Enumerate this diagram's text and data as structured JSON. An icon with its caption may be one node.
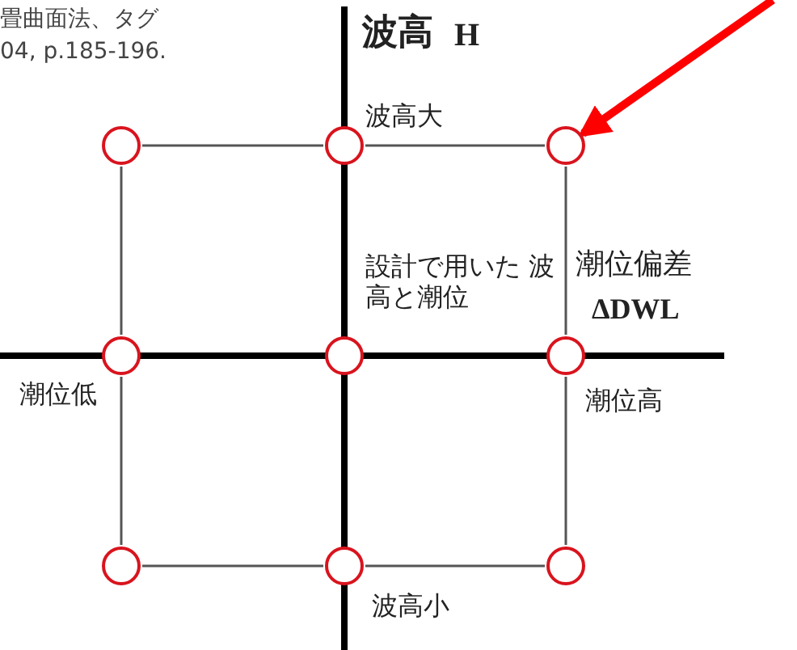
{
  "diagram": {
    "nodes": [
      {
        "text": [],
        "shape": "circle"
      },
      {
        "text": [],
        "shape": "circle"
      },
      {
        "text": [],
        "shape": "circle"
      },
      {
        "text": [],
        "shape": "circle"
      },
      {
        "text": [],
        "shape": "circle"
      },
      {
        "text": [],
        "shape": "circle"
      },
      {
        "text": [],
        "shape": "circle"
      },
      {
        "text": [],
        "shape": "circle"
      },
      {
        "text": [],
        "shape": "circle"
      }
    ],
    "edges": [
      {
        "from": 0,
        "to": 1,
        "arrow": "none"
      },
      {
        "from": 1,
        "to": 2,
        "arrow": "none"
      },
      {
        "from": 0,
        "to": 3,
        "arrow": "none"
      },
      {
        "from": 2,
        "to": 5,
        "arrow": "none"
      },
      {
        "from": 3,
        "to": 6,
        "arrow": "none"
      },
      {
        "from": 5,
        "to": 8,
        "arrow": "none"
      },
      {
        "from": 6,
        "to": 7,
        "arrow": "none"
      },
      {
        "from": 7,
        "to": 8,
        "arrow": "none"
      },
      {
        "from": null,
        "to": 2,
        "arrow": "to",
        "style": "thick",
        "color": "#ff0000"
      }
    ],
    "labels": [
      "畳曲面法、タグ",
      "04, p.185-196.",
      "波高",
      "H",
      "波高大",
      "設計で用いた 波高と潮位",
      "潮位偏差",
      "ΔDWL",
      "潮位低",
      "潮位高",
      "波高小"
    ]
  }
}
